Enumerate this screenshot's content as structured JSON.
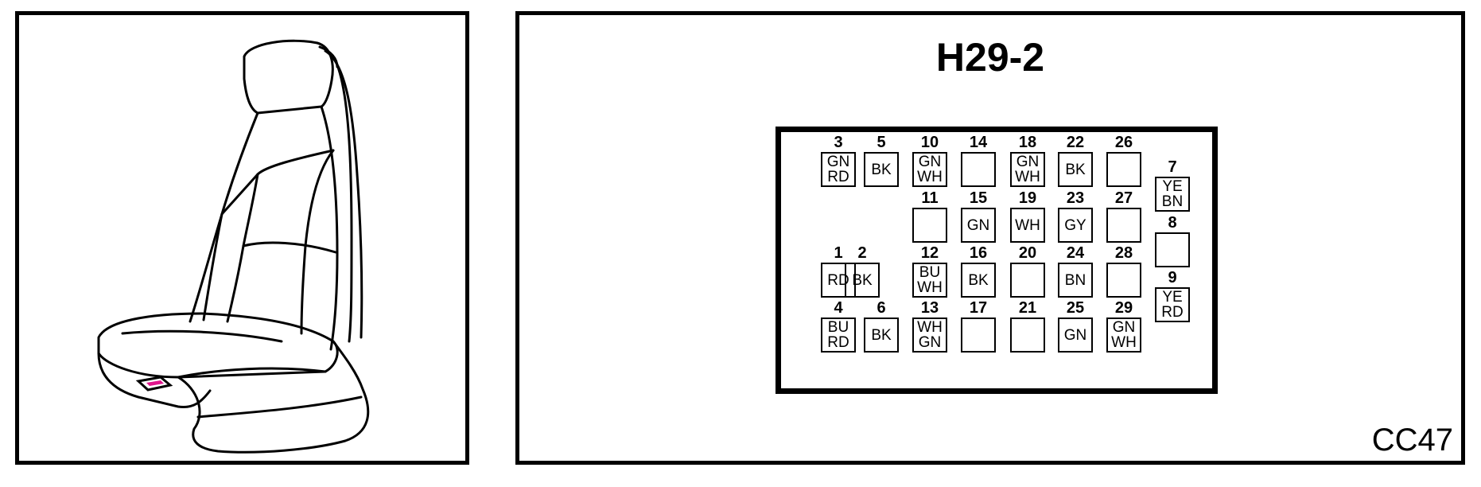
{
  "title": "H29-2",
  "diagram_id": "CC47",
  "colors": {
    "stroke": "#000000",
    "background": "#ffffff",
    "marker": "#e0148c"
  },
  "icons": [
    "seat-illustration",
    "seat-connector-marker"
  ],
  "pins": [
    {
      "num": "1",
      "colors": [
        "RD"
      ]
    },
    {
      "num": "2",
      "colors": [
        "BK"
      ]
    },
    {
      "num": "3",
      "colors": [
        "GN",
        "RD"
      ]
    },
    {
      "num": "4",
      "colors": [
        "BU",
        "RD"
      ]
    },
    {
      "num": "5",
      "colors": [
        "BK"
      ]
    },
    {
      "num": "6",
      "colors": [
        "BK"
      ]
    },
    {
      "num": "7",
      "colors": [
        "YE",
        "BN"
      ]
    },
    {
      "num": "8",
      "colors": []
    },
    {
      "num": "9",
      "colors": [
        "YE",
        "RD"
      ]
    },
    {
      "num": "10",
      "colors": [
        "GN",
        "WH"
      ]
    },
    {
      "num": "11",
      "colors": []
    },
    {
      "num": "12",
      "colors": [
        "BU",
        "WH"
      ]
    },
    {
      "num": "13",
      "colors": [
        "WH",
        "GN"
      ]
    },
    {
      "num": "14",
      "colors": []
    },
    {
      "num": "15",
      "colors": [
        "GN"
      ]
    },
    {
      "num": "16",
      "colors": [
        "BK"
      ]
    },
    {
      "num": "17",
      "colors": []
    },
    {
      "num": "18",
      "colors": [
        "GN",
        "WH"
      ]
    },
    {
      "num": "19",
      "colors": [
        "WH"
      ]
    },
    {
      "num": "20",
      "colors": []
    },
    {
      "num": "21",
      "colors": []
    },
    {
      "num": "22",
      "colors": [
        "BK"
      ]
    },
    {
      "num": "23",
      "colors": [
        "GY"
      ]
    },
    {
      "num": "24",
      "colors": [
        "BN"
      ]
    },
    {
      "num": "25",
      "colors": [
        "GN"
      ]
    },
    {
      "num": "26",
      "colors": []
    },
    {
      "num": "27",
      "colors": []
    },
    {
      "num": "28",
      "colors": []
    },
    {
      "num": "29",
      "colors": [
        "GN",
        "WH"
      ]
    }
  ]
}
